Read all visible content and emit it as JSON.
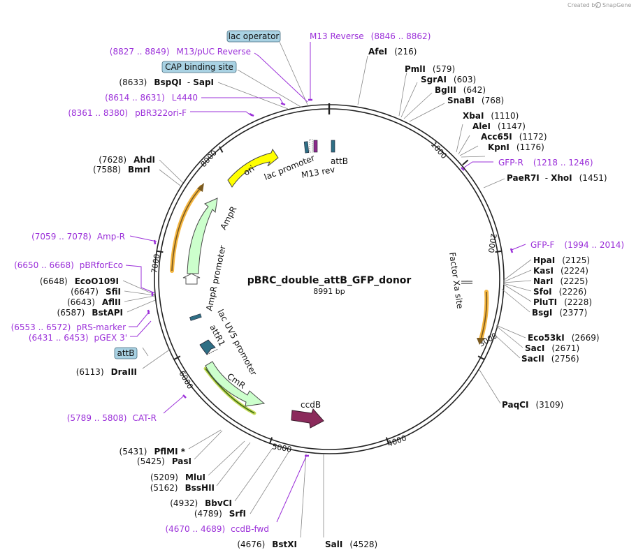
{
  "credit": {
    "created_by": "Created by",
    "brand": "SnapGene"
  },
  "plasmid": {
    "name": "pBRC_double_attB_GFP_donor",
    "size": "8991 bp"
  },
  "ticks": [
    "1000",
    "2000",
    "3000",
    "4000",
    "5000",
    "6000",
    "7000",
    "8000"
  ],
  "sites": [
    {
      "name": "AfeI",
      "pos": "(216)"
    },
    {
      "name": "PmlI",
      "pos": "(579)"
    },
    {
      "name": "SgrAI",
      "pos": "(603)"
    },
    {
      "name": "BglII",
      "pos": "(642)"
    },
    {
      "name": "SnaBI",
      "pos": "(768)"
    },
    {
      "name": "XbaI",
      "pos": "(1110)"
    },
    {
      "name": "AleI",
      "pos": "(1147)"
    },
    {
      "name": "Acc65I",
      "pos": "(1172)"
    },
    {
      "name": "KpnI",
      "pos": "(1176)"
    },
    {
      "name": "PaeR7I",
      "sep": "-",
      "name2": "XhoI",
      "pos": "(1451)"
    },
    {
      "name": "HpaI",
      "pos": "(2125)"
    },
    {
      "name": "KasI",
      "pos": "(2224)"
    },
    {
      "name": "NarI",
      "pos": "(2225)"
    },
    {
      "name": "SfoI",
      "pos": "(2226)"
    },
    {
      "name": "PluTI",
      "pos": "(2228)"
    },
    {
      "name": "BsgI",
      "pos": "(2377)"
    },
    {
      "name": "Eco53kI",
      "pos": "(2669)"
    },
    {
      "name": "SacI",
      "pos": "(2671)"
    },
    {
      "name": "SacII",
      "pos": "(2756)"
    },
    {
      "name": "PaqCI",
      "pos": "(3109)"
    },
    {
      "name": "SalI",
      "pos": "(4528)"
    },
    {
      "name": "BstXI",
      "pos": "(4676)"
    },
    {
      "name": "SrfI",
      "pos": "(4789)"
    },
    {
      "name": "BbvCI",
      "pos": "(4932)"
    },
    {
      "name": "BssHII",
      "pos": "(5162)"
    },
    {
      "name": "MluI",
      "pos": "(5209)"
    },
    {
      "name": "PasI",
      "pos": "(5425)"
    },
    {
      "name": "PflMI *",
      "pos": "(5431)"
    },
    {
      "name": "DraIII",
      "pos": "(6113)"
    },
    {
      "name": "BstAPI",
      "pos": "(6587)"
    },
    {
      "name": "AflII",
      "pos": "(6643)"
    },
    {
      "name": "SfiI",
      "pos": "(6647)"
    },
    {
      "name": "EcoO109I",
      "pos": "(6648)"
    },
    {
      "name": "BmrI",
      "pos": "(7588)"
    },
    {
      "name": "AhdI",
      "pos": "(7628)"
    },
    {
      "name": "BspQI",
      "sep": "-",
      "name2": "SapI",
      "pos": "(8633)"
    }
  ],
  "primers": [
    {
      "name": "M13 Reverse",
      "range": "(8846 .. 8862)"
    },
    {
      "name": "M13/pUC Reverse",
      "range": "(8827 .. 8849)"
    },
    {
      "name": "L4440",
      "range": "(8614 .. 8631)"
    },
    {
      "name": "pBR322ori-F",
      "range": "(8361 .. 8380)"
    },
    {
      "name": "GFP-R",
      "range": "(1218 .. 1246)"
    },
    {
      "name": "GFP-F",
      "range": "(1994 .. 2014)"
    },
    {
      "name": "Amp-R",
      "range": "(7059 .. 7078)"
    },
    {
      "name": "pBRforEco",
      "range": "(6650 .. 6668)"
    },
    {
      "name": "pRS-marker",
      "range": "(6553 .. 6572)"
    },
    {
      "name": "pGEX 3'",
      "range": "(6431 .. 6453)"
    },
    {
      "name": "CAT-R",
      "range": "(5789 .. 5808)"
    },
    {
      "name": "ccdB-fwd",
      "range": "(4670 .. 4689)"
    }
  ],
  "boxed": {
    "lac_operator": "lac operator",
    "cap_site": "CAP binding site",
    "attB": "attB"
  },
  "features": {
    "ori": "ori",
    "lac_promoter": "lac promoter",
    "m13_rev": "M13 rev",
    "attB": "attB",
    "ampR": "AmpR",
    "ampR_promoter": "AmpR promoter",
    "lacUV5": "lac UV5 promoter",
    "attR1": "attR1",
    "cmR": "CmR",
    "ccdB": "ccdB",
    "factorXa": "Factor Xa site"
  },
  "colors": {
    "primer": "#9b30d9",
    "ori": "#ffff00",
    "ampR": "#ccffcc",
    "cmR": "#ccffcc",
    "ccdB": "#8b2a5b",
    "teal": "#2f6f85",
    "highlight": "#f2a81d",
    "box": "#a9d2e3"
  }
}
